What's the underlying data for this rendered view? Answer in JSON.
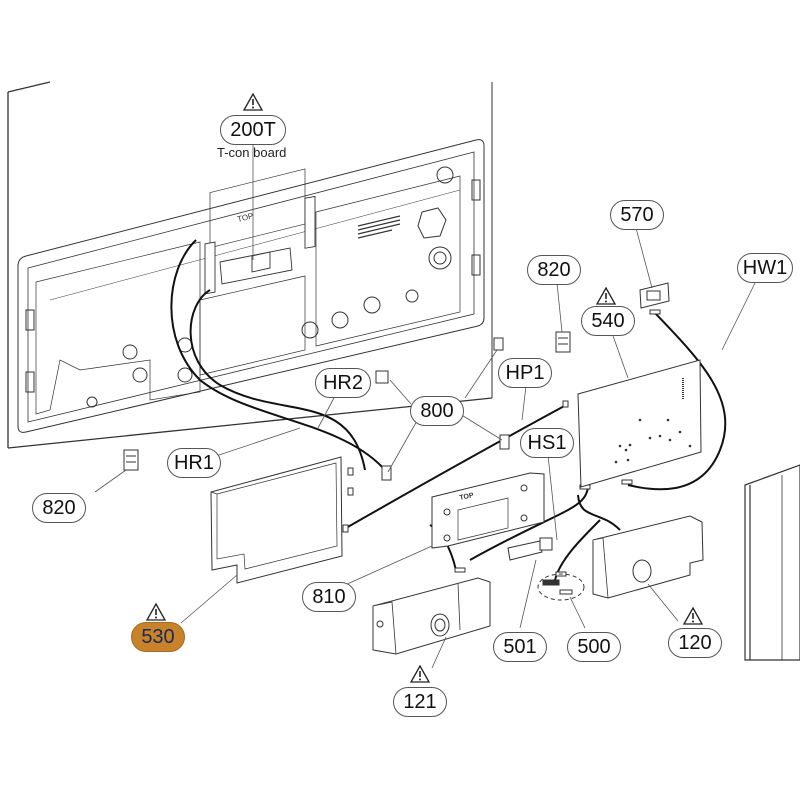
{
  "diagram": {
    "title": "Exploded view - rear assembly",
    "highlight_color": "#c8822a",
    "callouts": [
      {
        "id": "200T",
        "label": "200T",
        "caption": "T-con board",
        "warning": true
      },
      {
        "id": "570",
        "label": "570",
        "warning": false
      },
      {
        "id": "820a",
        "label": "820",
        "warning": false
      },
      {
        "id": "540",
        "label": "540",
        "warning": true
      },
      {
        "id": "HW1",
        "label": "HW1",
        "warning": false
      },
      {
        "id": "HR2",
        "label": "HR2",
        "warning": false
      },
      {
        "id": "HP1",
        "label": "HP1",
        "warning": false
      },
      {
        "id": "800",
        "label": "800",
        "warning": false
      },
      {
        "id": "HS1",
        "label": "HS1",
        "warning": false
      },
      {
        "id": "HR1",
        "label": "HR1",
        "warning": false
      },
      {
        "id": "820b",
        "label": "820",
        "warning": false
      },
      {
        "id": "810",
        "label": "810",
        "warning": false
      },
      {
        "id": "530",
        "label": "530",
        "warning": true,
        "highlighted": true
      },
      {
        "id": "501",
        "label": "501",
        "warning": false
      },
      {
        "id": "500",
        "label": "500",
        "warning": false
      },
      {
        "id": "120",
        "label": "120",
        "warning": true
      },
      {
        "id": "121",
        "label": "121",
        "warning": true
      }
    ],
    "panel_markings": {
      "top_label": "TOP",
      "bracket_top_label": "TOP"
    }
  }
}
